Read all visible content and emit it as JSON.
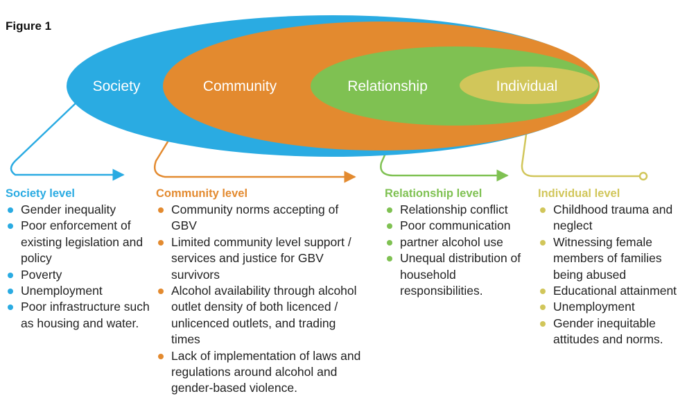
{
  "figure_title": "Figure 1",
  "colors": {
    "society": "#2aabe2",
    "community": "#e38a2f",
    "relationship": "#7fc152",
    "individual": "#d1c65a"
  },
  "levels": {
    "society": {
      "ellipse_label": "Society",
      "heading": "Society level",
      "items": [
        "Gender inequality",
        "Poor enforcement of existing legislation and policy",
        "Poverty",
        "Unemployment",
        "Poor infrastructure such as housing and water."
      ]
    },
    "community": {
      "ellipse_label": "Community",
      "heading": "Community level",
      "items": [
        "Community norms accepting of GBV",
        "Limited community level support / services and justice for GBV survivors",
        "Alcohol availability through alcohol outlet density of both licenced / unlicenced outlets, and trading times",
        "Lack of implementation of laws and regulations around alcohol and gender-based violence."
      ]
    },
    "relationship": {
      "ellipse_label": "Relationship",
      "heading": "Relationship level",
      "items": [
        "Relationship conflict",
        "Poor communication",
        "partner alcohol use",
        "Unequal distribution of household responsibilities."
      ]
    },
    "individual": {
      "ellipse_label": "Individual",
      "heading": "Individual level",
      "items": [
        "Childhood trauma and neglect",
        "Witnessing female members of families being abused",
        "Educational attainment",
        "Unemployment",
        "Gender inequitable attitudes and norms."
      ]
    }
  }
}
